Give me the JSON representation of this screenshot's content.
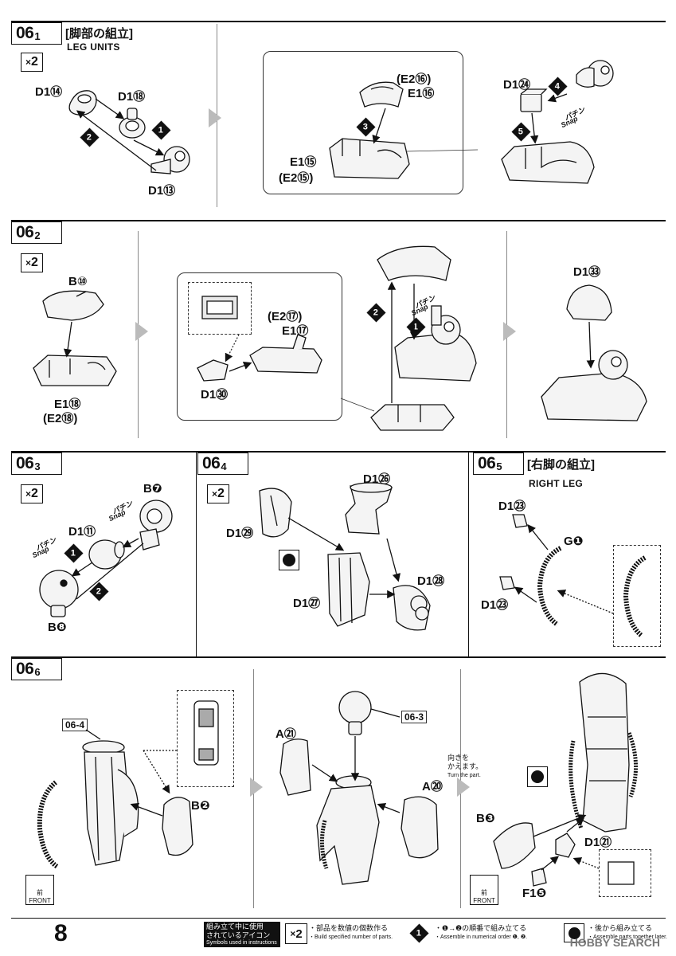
{
  "sections": {
    "s1": {
      "number": "06",
      "sub": "1",
      "title_jp": "[脚部の組立]",
      "title_en": "LEG UNITS"
    },
    "s2": {
      "number": "06",
      "sub": "2"
    },
    "s3": {
      "number": "06",
      "sub": "3"
    },
    "s4": {
      "number": "06",
      "sub": "4"
    },
    "s5": {
      "number": "06",
      "sub": "5",
      "title_jp": "[右脚の組立]",
      "title_en": "RIGHT LEG"
    },
    "s6": {
      "number": "06",
      "sub": "6"
    }
  },
  "multiplier": {
    "prefix": "×",
    "count": "2"
  },
  "labels": {
    "s1_d1_14": "D1⑭",
    "s1_d1_18": "D1⑱",
    "s1_d1_13": "D1⑬",
    "s1_e2_16": "(E2⑯)",
    "s1_e1_16": "E1⑯",
    "s1_e1_15": "E1⑮",
    "s1_e2_15": "(E2⑮)",
    "s1_d1_24": "D1㉔",
    "s2_b10": "B⑩",
    "s2_e1_18": "E1⑱",
    "s2_e2_18": "(E2⑱)",
    "s2_e2_17": "(E2⑰)",
    "s2_e1_17": "E1⑰",
    "s2_d1_30": "D1㉚",
    "s2_d1_33": "D1㉝",
    "s3_b7": "B❼",
    "s3_d1_11": "D1⑪",
    "s3_b8": "B❽",
    "s4_d1_26": "D1㉖",
    "s4_d1_29": "D1㉙",
    "s4_d1_27": "D1㉗",
    "s4_d1_28": "D1㉘",
    "s5_d1_23a": "D1㉓",
    "s5_g1": "G❶",
    "s5_d1_23b": "D1㉓",
    "s6_ref_064": "06-4",
    "s6_b2": "B❷",
    "s6_a21": "A㉑",
    "s6_ref_063": "06-3",
    "s6_a20": "A⑳",
    "s6_b3": "B❸",
    "s6_d1_21": "D1㉑",
    "s6_f1_5": "F1❺"
  },
  "steps": [
    "1",
    "2",
    "3",
    "4",
    "5"
  ],
  "snap_text": "Snap",
  "snap_jp": "パチン",
  "turn_note": {
    "jp1": "向きを",
    "jp2": "かえます。",
    "en": "Turn the part."
  },
  "front": {
    "jp": "前",
    "en": "FRONT"
  },
  "footer": {
    "page_number": "8",
    "legend_title_jp1": "組み立て中に使用",
    "legend_title_jp2": "されているアイコン",
    "legend_title_en": "Symbols used in instructions",
    "legend1_jp": "・部品を数値の個数作る",
    "legend1_en": "・Build specified number of parts.",
    "legend2_jp": "・❶→❷の順番で組み立てる",
    "legend2_en": "・Assemble in numerical order ❶, ❷.",
    "legend3_jp": "・後から組み立てる",
    "legend3_en": "・Assemble parts together later.",
    "watermark": "HOBBY SEARCH"
  },
  "colors": {
    "ink": "#111111",
    "gray_arrow": "#bbbbbb",
    "part_fill": "#f4f4f4"
  }
}
